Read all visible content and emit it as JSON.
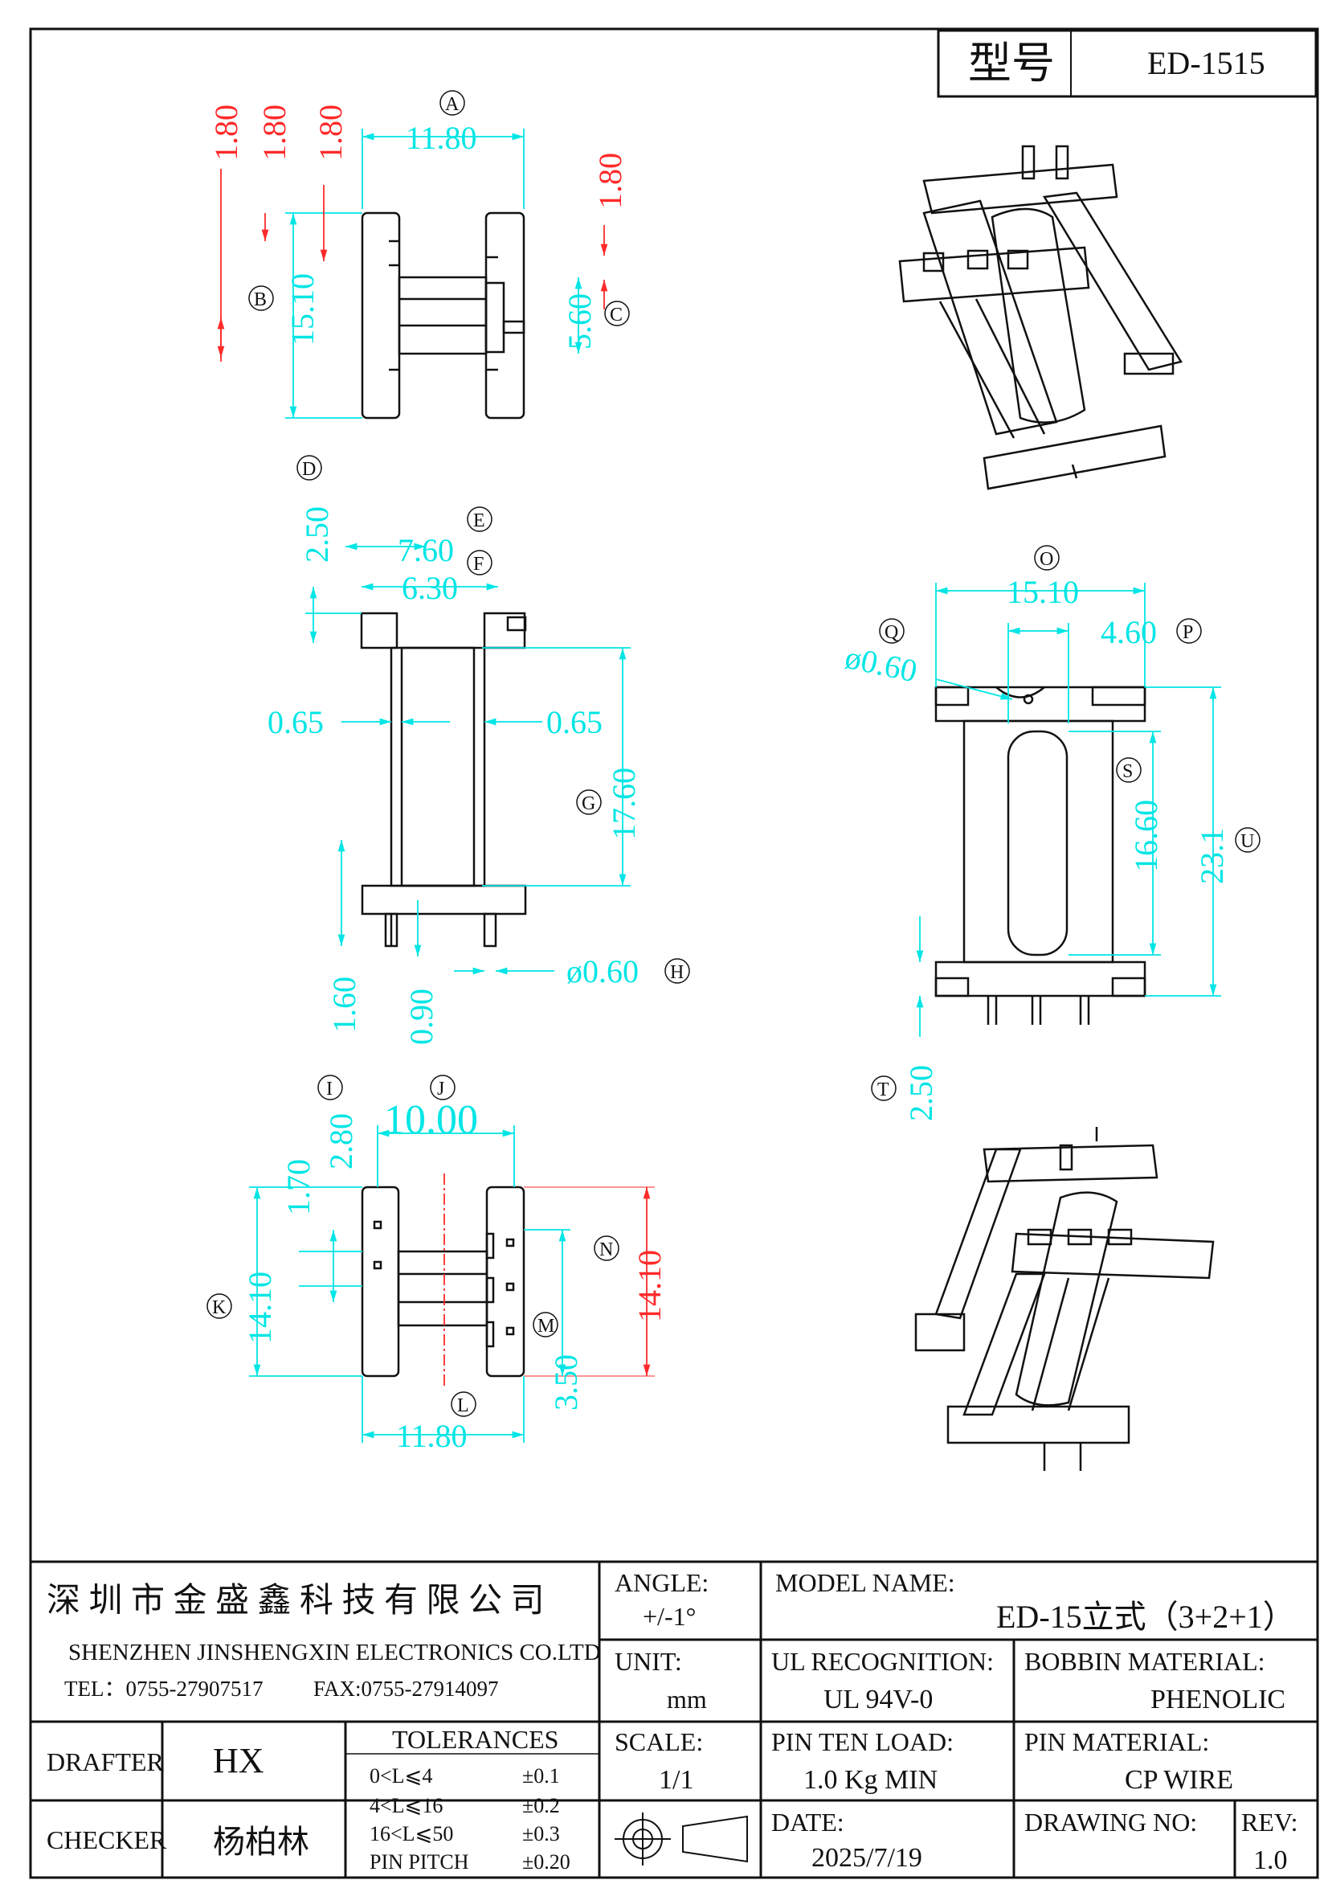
{
  "header": {
    "model_label": "型号",
    "model_value": "ED-1515"
  },
  "view_a": {
    "tag_a": "A",
    "tag_b": "B",
    "tag_c": "C",
    "dim_top": "11.80",
    "dim_red1": "1.80",
    "dim_red2": "1.80",
    "dim_red3": "1.80",
    "dim_red4": "1.80",
    "dim_height": "15.10",
    "dim_core": "5.60"
  },
  "view_d": {
    "tag_d": "D",
    "tag_e": "E",
    "tag_f": "F",
    "tag_g": "G",
    "tag_h": "H",
    "dim_250": "2.50",
    "dim_760": "7.60",
    "dim_630": "6.30",
    "dim_065_left": "0.65",
    "dim_065_right": "0.65",
    "dim_1760": "17.60",
    "dim_160": "1.60",
    "dim_090": "0.90",
    "dim_pin": "ø0.60"
  },
  "view_o": {
    "tag_o": "O",
    "tag_p": "P",
    "tag_q": "Q",
    "tag_s": "S",
    "tag_t": "T",
    "tag_u": "U",
    "dim_1510": "15.10",
    "dim_460": "4.60",
    "dim_hole": "ø0.60",
    "dim_1660": "16.60",
    "dim_231": "23.1",
    "dim_250": "2.50"
  },
  "view_i": {
    "tag_i": "I",
    "tag_j": "J",
    "tag_k": "K",
    "tag_l": "L",
    "tag_m": "M",
    "tag_n": "N",
    "dim_1000": "10.00",
    "dim_280": "2.80",
    "dim_170": "1.70",
    "dim_1410_left": "14.10",
    "dim_1410_right": "14.10",
    "dim_350": "3.50",
    "dim_1180": "11.80"
  },
  "title_block": {
    "company_cn": "深 圳 市 金 盛 鑫 科 技 有 限 公 司",
    "company_en": "SHENZHEN  JINSHENGXIN  ELECTRONICS    CO.LTD",
    "tel": "TEL：0755-27907517",
    "fax": "FAX:0755-27914097",
    "angle_label": "ANGLE:",
    "angle_value": "+/-1°",
    "model_name_label": "MODEL NAME:",
    "model_name_value": "ED-15立式（3+2+1）",
    "unit_label": "UNIT:",
    "unit_value": "mm",
    "ul_label": "UL RECOGNITION:",
    "ul_value": "UL 94V-0",
    "bobbin_label": "BOBBIN MATERIAL:",
    "bobbin_value": "PHENOLIC",
    "drafter_label": "DRAFTER",
    "drafter_value": "HX",
    "tolerances_label": "TOLERANCES",
    "tol_rows": [
      {
        "range": "0<L⩽4",
        "value": "±0.1"
      },
      {
        "range": "4<L⩽16",
        "value": "±0.2"
      },
      {
        "range": "16<L⩽50",
        "value": "±0.3"
      },
      {
        "range": "PIN PITCH",
        "value": "±0.20"
      }
    ],
    "scale_label": "SCALE:",
    "scale_value": "1/1",
    "pin_load_label": "PIN TEN LOAD:",
    "pin_load_value": "1.0 Kg MIN",
    "pin_material_label": "PIN MATERIAL:",
    "pin_material_value": "CP WIRE",
    "checker_label": "CHECKER",
    "checker_value": "杨柏林",
    "date_label": "DATE:",
    "date_value": "2025/7/19",
    "drawing_no_label": "DRAWING NO:",
    "rev_label": "REV:",
    "rev_value": "1.0"
  }
}
